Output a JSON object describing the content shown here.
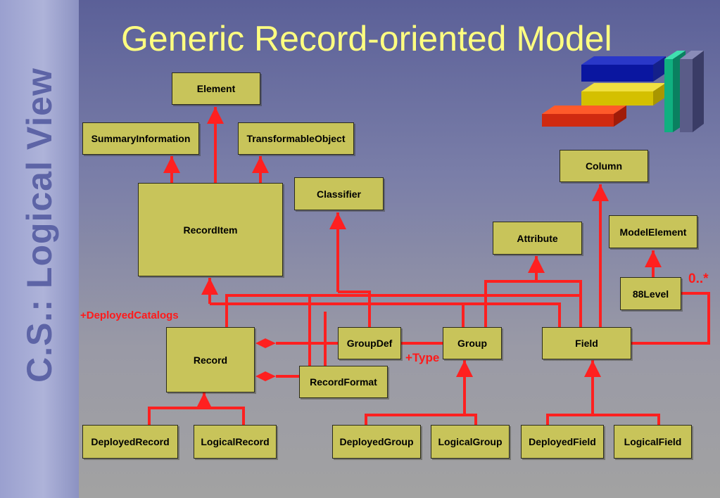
{
  "sidebar": {
    "title": "C.S.: Logical View"
  },
  "page": {
    "title": "Generic Record-oriented Model"
  },
  "colors": {
    "box": "#c8c45a",
    "line": "#ff2020",
    "title": "#ffff80"
  },
  "boxes": {
    "element": "Element",
    "summary_information": "SummaryInformation",
    "transformable_object": "TransformableObject",
    "record_item": "RecordItem",
    "classifier": "Classifier",
    "column": "Column",
    "attribute": "Attribute",
    "model_element": "ModelElement",
    "level88": "88Level",
    "record": "Record",
    "group_def": "GroupDef",
    "group": "Group",
    "field": "Field",
    "record_format": "RecordFormat",
    "deployed_record": "DeployedRecord",
    "logical_record": "LogicalRecord",
    "deployed_group": "DeployedGroup",
    "logical_group": "LogicalGroup",
    "deployed_field": "DeployedField",
    "logical_field": "LogicalField"
  },
  "labels": {
    "deployed_catalogs": "+DeployedCatalogs",
    "type": "+Type",
    "multiplicity": "0..*"
  },
  "logo": {
    "icon": "stacked-bars-logo-icon"
  }
}
